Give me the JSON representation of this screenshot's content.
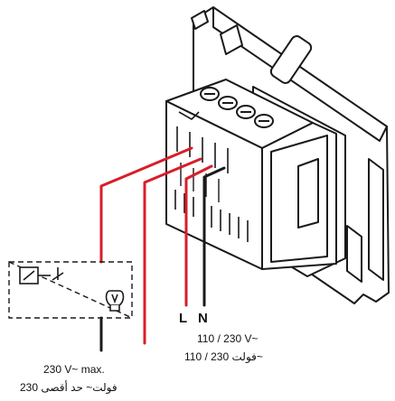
{
  "terminals": {
    "L": "L",
    "N": "N"
  },
  "supply": {
    "voltage_en": "110 / 230 V~",
    "voltage_ar": "110 / 230 فولت~"
  },
  "load": {
    "max_en": "230 V~ max.",
    "max_ar": "230 فولت~ حد أقصى"
  },
  "colors": {
    "live_wire": "#d81e2a",
    "neutral_wire": "#1a1a1a",
    "device_outline": "#1a1a1a",
    "device_fill": "#ffffff"
  }
}
